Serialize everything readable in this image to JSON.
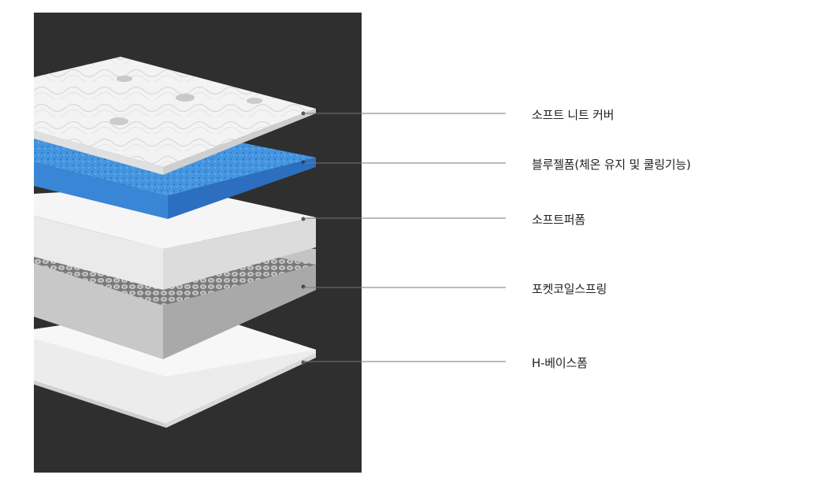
{
  "layers": [
    {
      "label": "소프트 니트 커버",
      "color": "#f2f2f2"
    },
    {
      "label": "블루젤폼(체온 유지 및 쿨링기능)",
      "color": "#3f8fdc"
    },
    {
      "label": "소프트퍼폼",
      "color": "#ededed"
    },
    {
      "label": "포켓코일스프링",
      "color": "#bdbdbd"
    },
    {
      "label": "H-베이스폼",
      "color": "#e4e4e4"
    }
  ],
  "colors": {
    "panel_background": "#2f2f2f",
    "leader_line": "#777777",
    "label_text": "#222222"
  }
}
